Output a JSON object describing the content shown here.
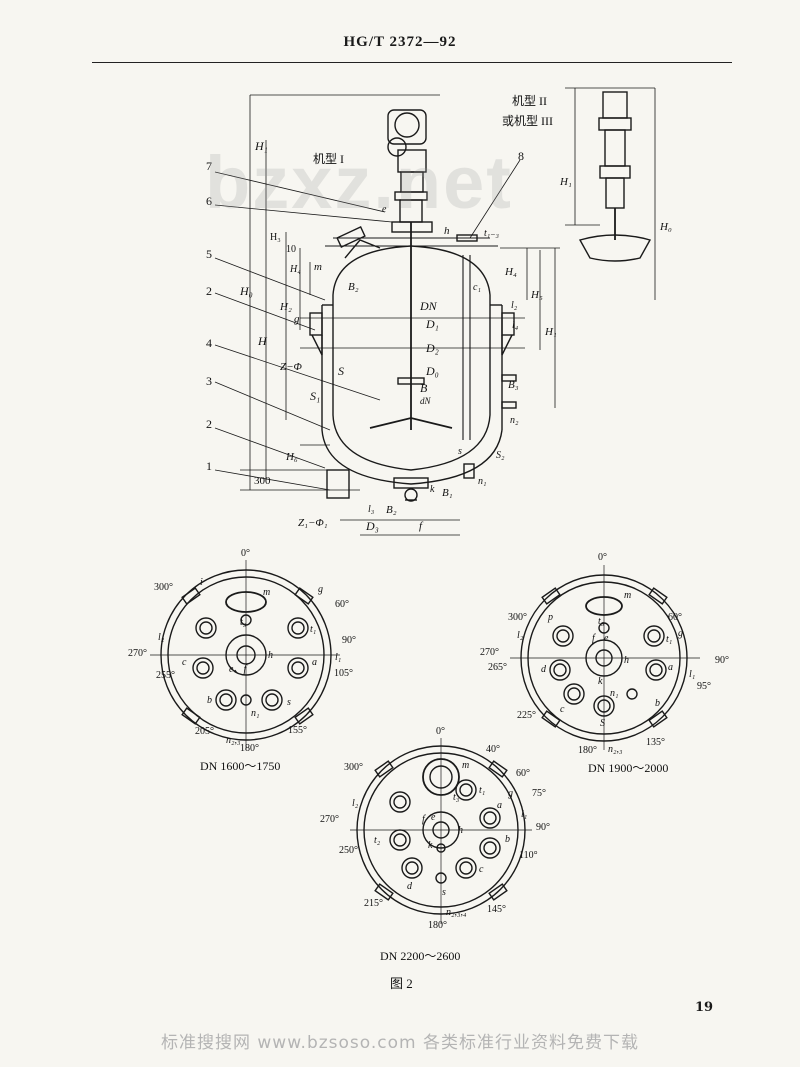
{
  "header": {
    "standard_code": "HG/T 2372—92"
  },
  "watermark": {
    "text": "bzxz.net"
  },
  "main_view": {
    "machine_type_1": "机型 I",
    "machine_type_2": "机型 II",
    "machine_type_3": "或机型 III",
    "callouts": [
      "7",
      "6",
      "5",
      "2",
      "4",
      "3",
      "2",
      "1",
      "8"
    ],
    "labels": {
      "H1": "H₁",
      "H0": "H₀",
      "H": "H",
      "H2": "H₂",
      "H3": "H₃",
      "H4": "H₄",
      "H5": "H₅",
      "H6": "H₆",
      "dim_10": "10",
      "dim_300": "300",
      "DN": "DN",
      "D1": "D₁",
      "D2": "D₂",
      "D0": "D₀",
      "D3": "D₃",
      "S": "S",
      "S1": "S₁",
      "S2": "S₂",
      "B": "B",
      "dN": "dN",
      "B1": "B₁",
      "B2": "B₂",
      "B3": "B₃",
      "l2": "l₂",
      "l3": "l₃",
      "l4": "l₄",
      "n1": "n₁",
      "n2": "n₂",
      "t": "t₁₋₃",
      "c1": "c₁",
      "m": "m",
      "h": "h",
      "g": "g",
      "e": "e",
      "f": "f",
      "k": "k",
      "s": "s",
      "Z_phi": "Z−Φ",
      "Z1_phi1": "Z₁−Φ₁"
    }
  },
  "plan_views": [
    {
      "caption": "DN 1600～1750",
      "angles": [
        "0°",
        "60°",
        "90°",
        "105°",
        "155°",
        "180°",
        "205°",
        "255°",
        "270°",
        "300°"
      ],
      "nozzles": [
        "m",
        "g",
        "t₁",
        "l₂",
        "l₁",
        "t₃",
        "h",
        "a",
        "b",
        "c",
        "e、f",
        "s",
        "n₁",
        "n₂,₃",
        "i"
      ]
    },
    {
      "caption": "DN 1900～2000",
      "angles": [
        "0°",
        "60°",
        "90°",
        "95°",
        "135°",
        "180°",
        "225°",
        "265°",
        "270°",
        "300°"
      ],
      "nozzles": [
        "m",
        "g",
        "t₁",
        "t₃",
        "l₂",
        "l₁",
        "h",
        "a",
        "b",
        "c",
        "d",
        "e",
        "f",
        "k",
        "n₁",
        "S",
        "n₂,₃",
        "p"
      ]
    },
    {
      "caption": "DN 2200～2600",
      "angles": [
        "0°",
        "40°",
        "60°",
        "75°",
        "90°",
        "110°",
        "145°",
        "180°",
        "215°",
        "250°",
        "270°",
        "300°"
      ],
      "nozzles": [
        "m",
        "t₁",
        "t₃",
        "t₂",
        "g",
        "a",
        "b",
        "c",
        "d",
        "k",
        "s",
        "h",
        "l₂",
        "l₁",
        "n₂,₃,₄",
        "f",
        "e"
      ]
    }
  ],
  "figure": {
    "caption": "图  2"
  },
  "page": {
    "number": "19"
  },
  "footer": {
    "text": "标准搜搜网  www.bzsoso.com  各类标准行业资料免费下载"
  }
}
